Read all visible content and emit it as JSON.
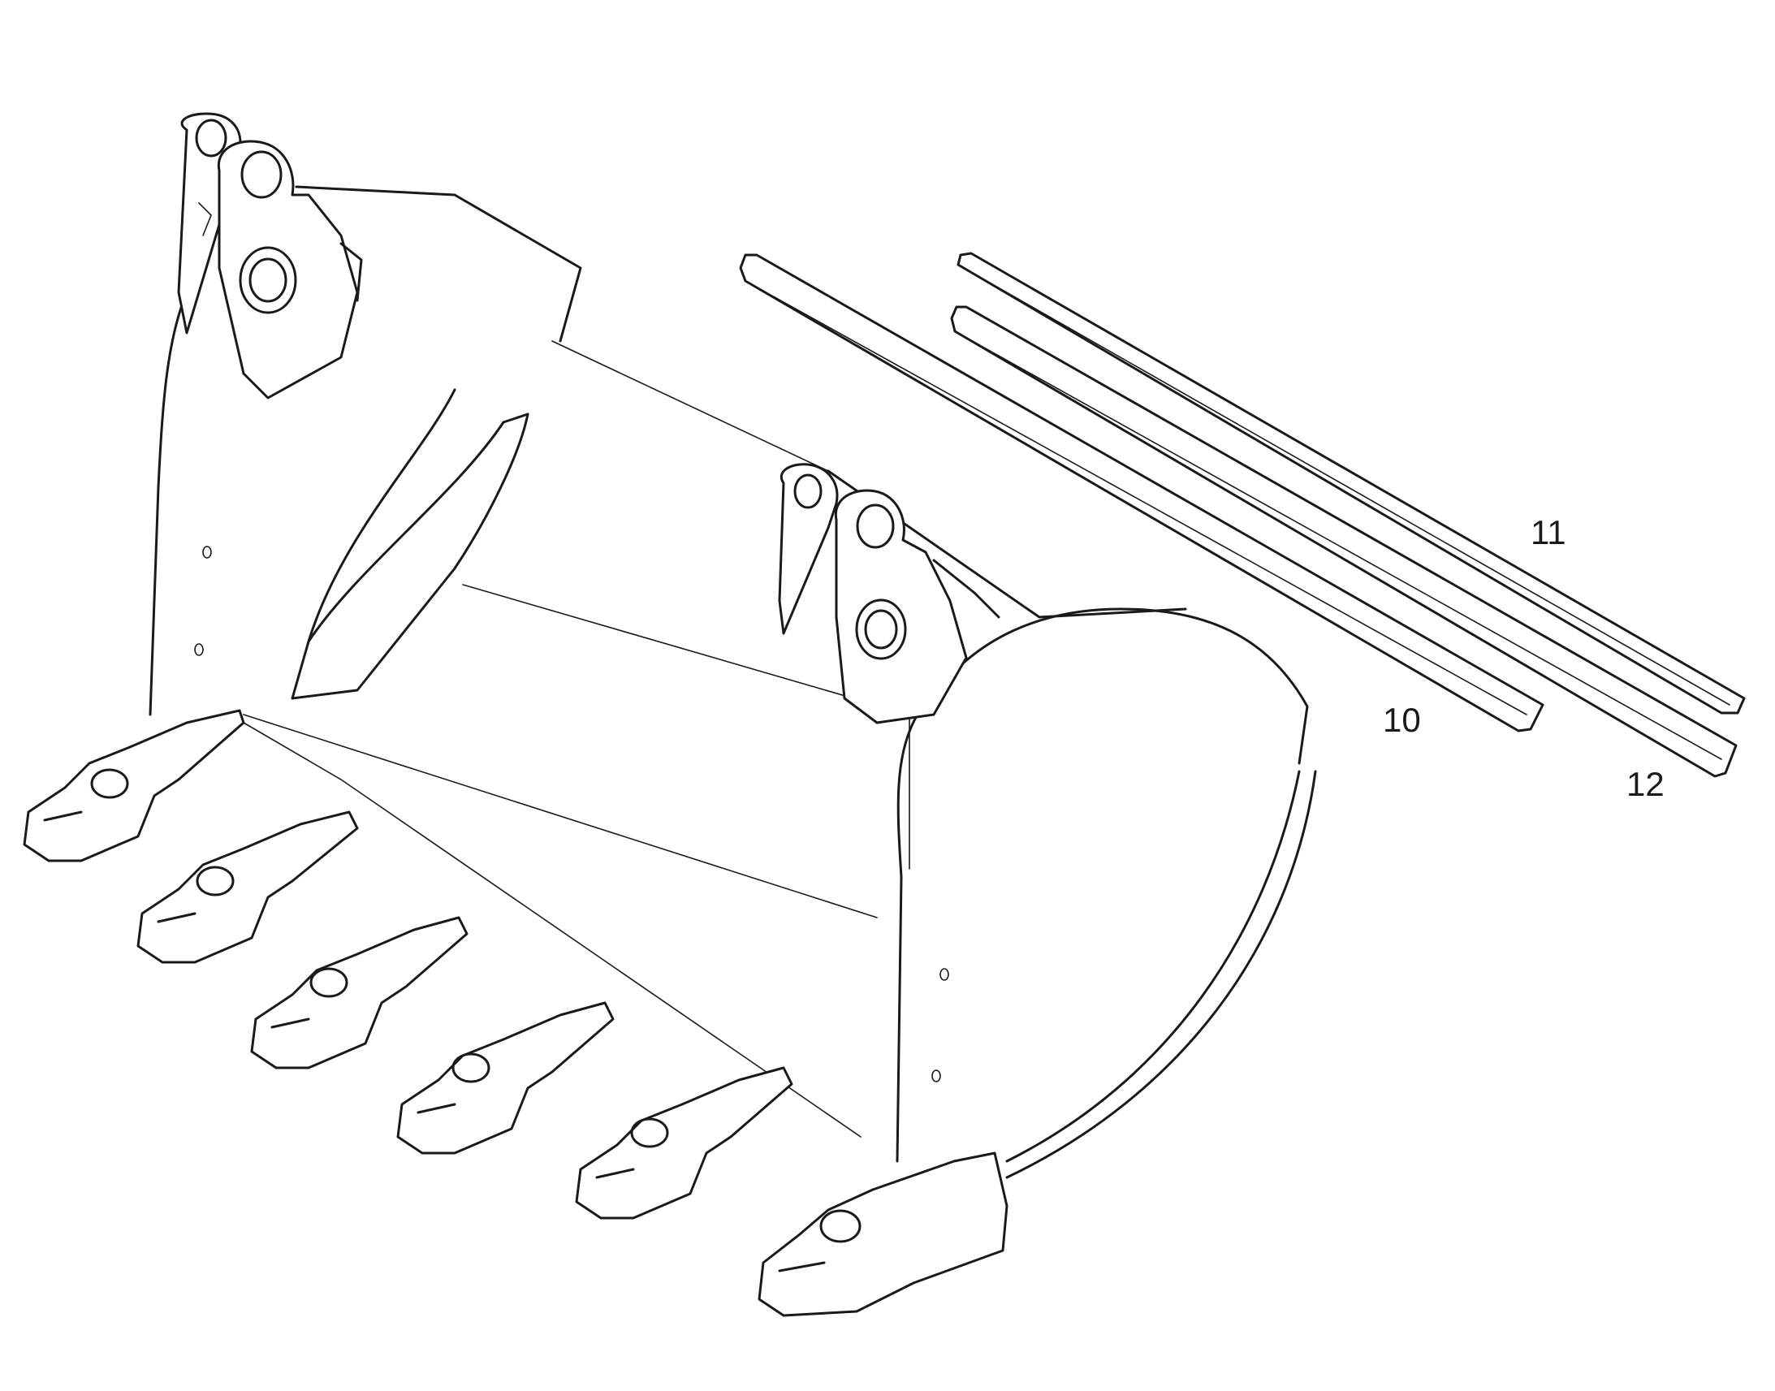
{
  "diagram": {
    "callouts": {
      "part_10": "10",
      "part_11": "11",
      "part_12": "12"
    },
    "colors": {
      "line": "#1a1a1a",
      "background": "#ffffff"
    }
  }
}
